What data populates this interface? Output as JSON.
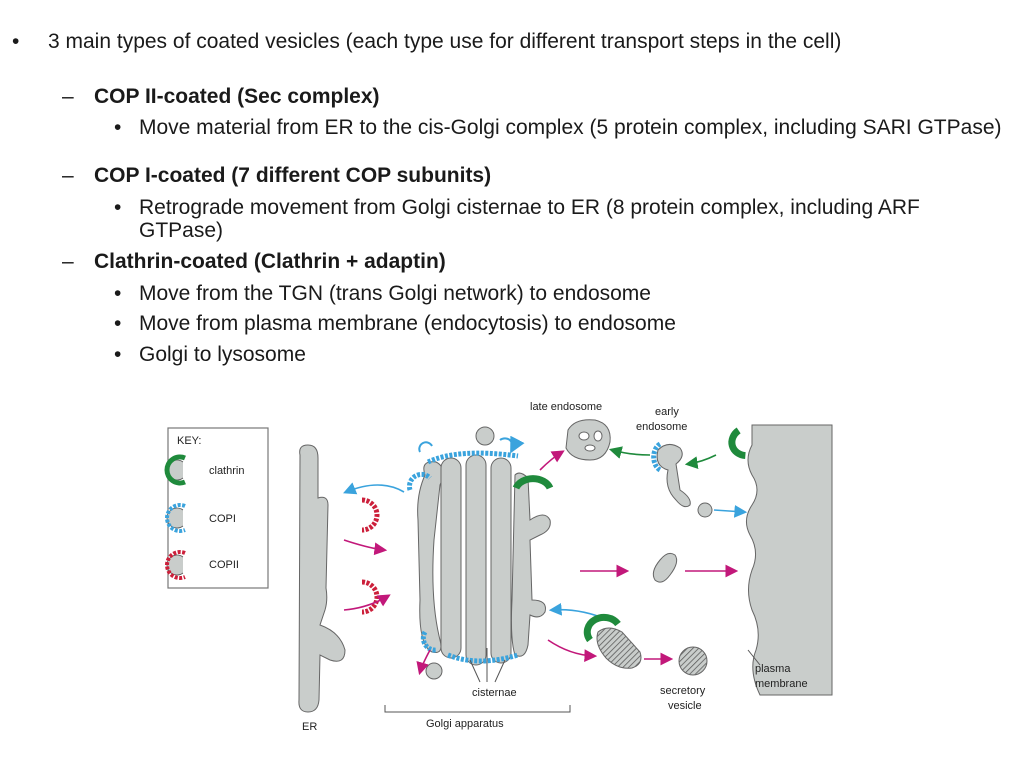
{
  "bullets": {
    "main": "3 main types of coated vesicles (each type use for different transport steps in the cell)",
    "cop2": {
      "heading": "COP II-coated (Sec complex)",
      "items": [
        "Move material from ER to the cis-Golgi complex (5 protein complex, including SARI GTPase)"
      ]
    },
    "cop1": {
      "heading": "COP I-coated (7 different COP subunits)",
      "items": [
        "Retrograde movement from Golgi cisternae to ER (8 protein complex, including ARF GTPase)"
      ]
    },
    "clathrin": {
      "heading": "Clathrin-coated (Clathrin + adaptin)",
      "items": [
        "Move from the TGN (trans Golgi network) to endosome",
        "Move from plasma membrane (endocytosis) to endosome",
        "Golgi to lysosome"
      ]
    }
  },
  "figure": {
    "key_title": "KEY:",
    "key_items": [
      "clathrin",
      "COPI",
      "COPII"
    ],
    "labels": {
      "late_endosome": "late endosome",
      "early_endosome_1": "early",
      "early_endosome_2": "endosome",
      "cisternae": "cisternae",
      "golgi": "Golgi apparatus",
      "er": "ER",
      "secretory_1": "secretory",
      "secretory_2": "vesicle",
      "plasma_1": "plasma",
      "plasma_2": "membrane"
    },
    "colors": {
      "clathrin": "#1f8a3c",
      "copi": "#3aa3dd",
      "copii": "#cc1f3a",
      "organelle": "#c9cdcb",
      "arrow": "#c2187a",
      "arrow_blue": "#3aa3dd",
      "arrow_green": "#1f8a3c"
    }
  }
}
